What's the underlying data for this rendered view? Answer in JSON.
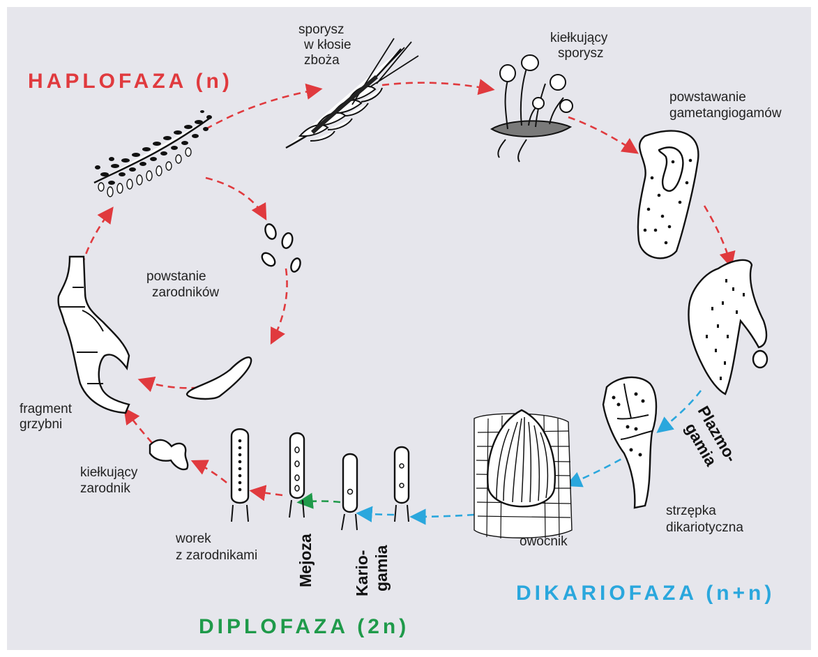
{
  "phases": {
    "haplo": "HAPLOFAZA (n)",
    "dikario": "DIKARIOFAZA (n+n)",
    "diplo": "DIPLOFAZA (2n)"
  },
  "labels": {
    "sporysz_1": "sporysz",
    "sporysz_2": "w kłosie",
    "sporysz_3": "zboża",
    "kielkujacy_sporysz_1": "kiełkujący",
    "kielkujacy_sporysz_2": "sporysz",
    "powstawanie_1": "powstawanie",
    "powstawanie_2": "gametangiogamów",
    "powstanie_1": "powstanie",
    "powstanie_2": "zarodników",
    "fragment_1": "fragment",
    "fragment_2": "grzybni",
    "kielkujacy_zarodnik_1": "kiełkujący",
    "kielkujacy_zarodnik_2": "zarodnik",
    "worek_1": "worek",
    "worek_2": "z zarodnikami",
    "owocnik": "owocnik",
    "strzepka_1": "strzępka",
    "strzepka_2": "dikariotyczna",
    "plazmo_1": "Plazmo-",
    "plazmo_2": "gamia",
    "mejoza": "Mejoza",
    "kario_1": "Kario-",
    "kario_2": "gamia"
  },
  "colors": {
    "haplo": "#e03a3e",
    "dikario": "#2aa7dd",
    "diplo": "#1f9a4a",
    "background": "#e6e6ec"
  }
}
